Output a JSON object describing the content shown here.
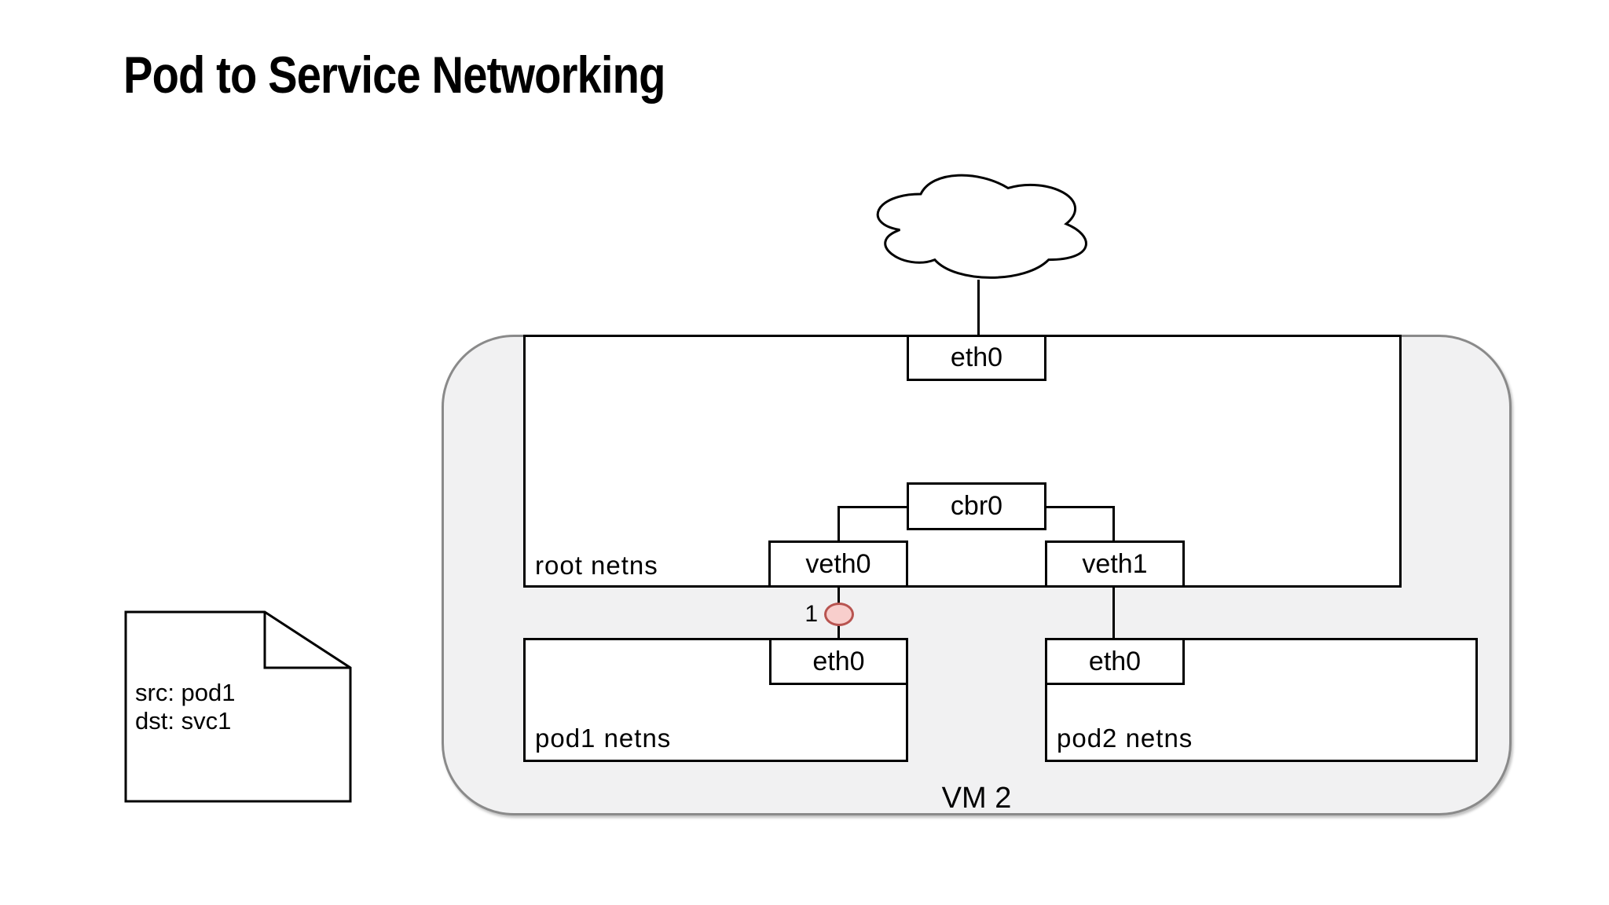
{
  "title": "Pod to Service Networking",
  "diagram": {
    "cloud": {
      "name": "internet-cloud"
    },
    "vm": {
      "label": "VM 2",
      "fill": "#f1f1f2",
      "border_color": "#8a8a8a"
    },
    "root_netns": {
      "label": "root netns"
    },
    "devices": {
      "uplink_eth0": {
        "label": "eth0"
      },
      "bridge_cbr0": {
        "label": "cbr0"
      },
      "veth0": {
        "label": "veth0"
      },
      "veth1": {
        "label": "veth1"
      },
      "pod1_eth0": {
        "label": "eth0"
      },
      "pod2_eth0": {
        "label": "eth0"
      }
    },
    "pod1_netns": {
      "label": "pod1 netns"
    },
    "pod2_netns": {
      "label": "pod2 netns"
    },
    "step_marker": {
      "label": "1",
      "fill": "#f8cecc",
      "stroke": "#b85450"
    },
    "packet_note": {
      "line1": "src: pod1",
      "line2": "dst: svc1"
    }
  }
}
